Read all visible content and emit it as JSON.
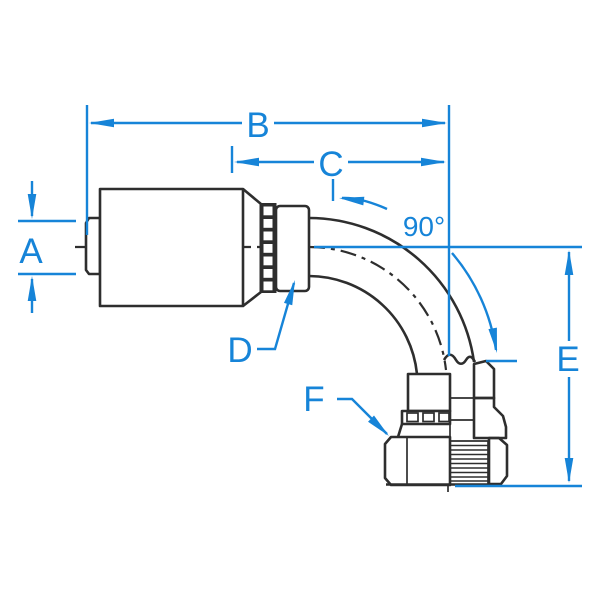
{
  "labels": {
    "a": "A",
    "b": "B",
    "c": "C",
    "d": "D",
    "e": "E",
    "f": "F",
    "angle": "90°"
  },
  "colors": {
    "dimension_blue": "#1684d8",
    "line_black": "#2e2e2e",
    "background": "#ffffff"
  }
}
